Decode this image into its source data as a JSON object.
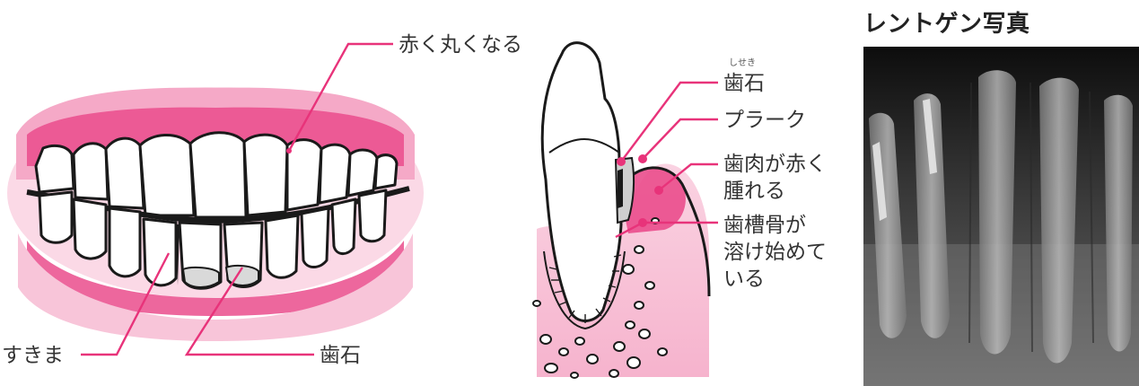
{
  "labels": {
    "gums_red": "赤く丸くなる",
    "gap": "すきま",
    "calculus_front": "歯石",
    "calculus_cross": "歯石",
    "calculus_ruby": "しせき",
    "plaque": "プラーク",
    "gum_swelling_line1": "歯肉が赤く",
    "gum_swelling_line2": "腫れる",
    "bone_line1": "歯槽骨が",
    "bone_line2": "溶け始めて",
    "bone_line3": "いる"
  },
  "xray": {
    "title": "レントゲン写真"
  },
  "colors": {
    "accent": "#e8337a",
    "gum_light": "#f6bcd2",
    "gum_mid": "#f08cb4",
    "outline": "#1a1a1a"
  }
}
